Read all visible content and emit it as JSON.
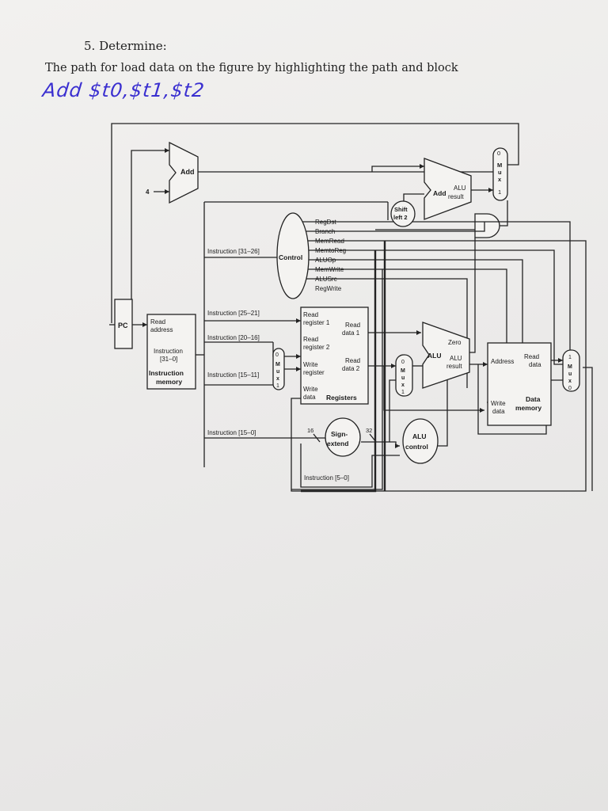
{
  "question": {
    "number": "5. Determine:",
    "text": "The path for load data on the figure by highlighting the path and block",
    "handwritten": "Add $t0,$t1,$t2"
  },
  "diagram": {
    "pc": "PC",
    "add_top": "Add",
    "four": "4",
    "add2": "Add",
    "alu_result_1": "ALU",
    "alu_result_2": "result",
    "shift1": "Shift",
    "shift2": "left 2",
    "control": "Control",
    "control_signals": [
      "RegDst",
      "Branch",
      "MemRead",
      "MemtoReg",
      "ALUOp",
      "MemWrite",
      "ALUSrc",
      "RegWrite"
    ],
    "instr_31_26": "Instruction [31–26]",
    "instr_25_21": "Instruction [25–21]",
    "instr_20_16": "Instruction [20–16]",
    "instr_15_11": "Instruction [15–11]",
    "instr_15_0": "Instruction [15–0]",
    "instr_5_0": "Instruction [5–0]",
    "im_read": "Read",
    "im_address": "address",
    "im_instr1": "Instruction",
    "im_instr2": "[31–0]",
    "im_label1": "Instruction",
    "im_label2": "memory",
    "rf_rr1a": "Read",
    "rf_rr1b": "register 1",
    "rf_rr2a": "Read",
    "rf_rr2b": "register 2",
    "rf_wra": "Write",
    "rf_wrb": "register",
    "rf_wda": "Write",
    "rf_wdb": "data",
    "rf_rd1a": "Read",
    "rf_rd1b": "data 1",
    "rf_rd2a": "Read",
    "rf_rd2b": "data 2",
    "rf_label": "Registers",
    "zero": "Zero",
    "alu": "ALU",
    "alu_res1": "ALU",
    "alu_res2": "result",
    "dm_address": "Address",
    "dm_read1": "Read",
    "dm_read2": "data",
    "dm_write1": "Write",
    "dm_write2": "data",
    "dm_label1": "Data",
    "dm_label2": "memory",
    "sign1": "Sign-",
    "sign2": "extend",
    "n16": "16",
    "n32": "32",
    "aluctl1": "ALU",
    "aluctl2": "control",
    "mux_letters": [
      "M",
      "u",
      "x"
    ],
    "zero_in": "0",
    "one_in": "1"
  }
}
